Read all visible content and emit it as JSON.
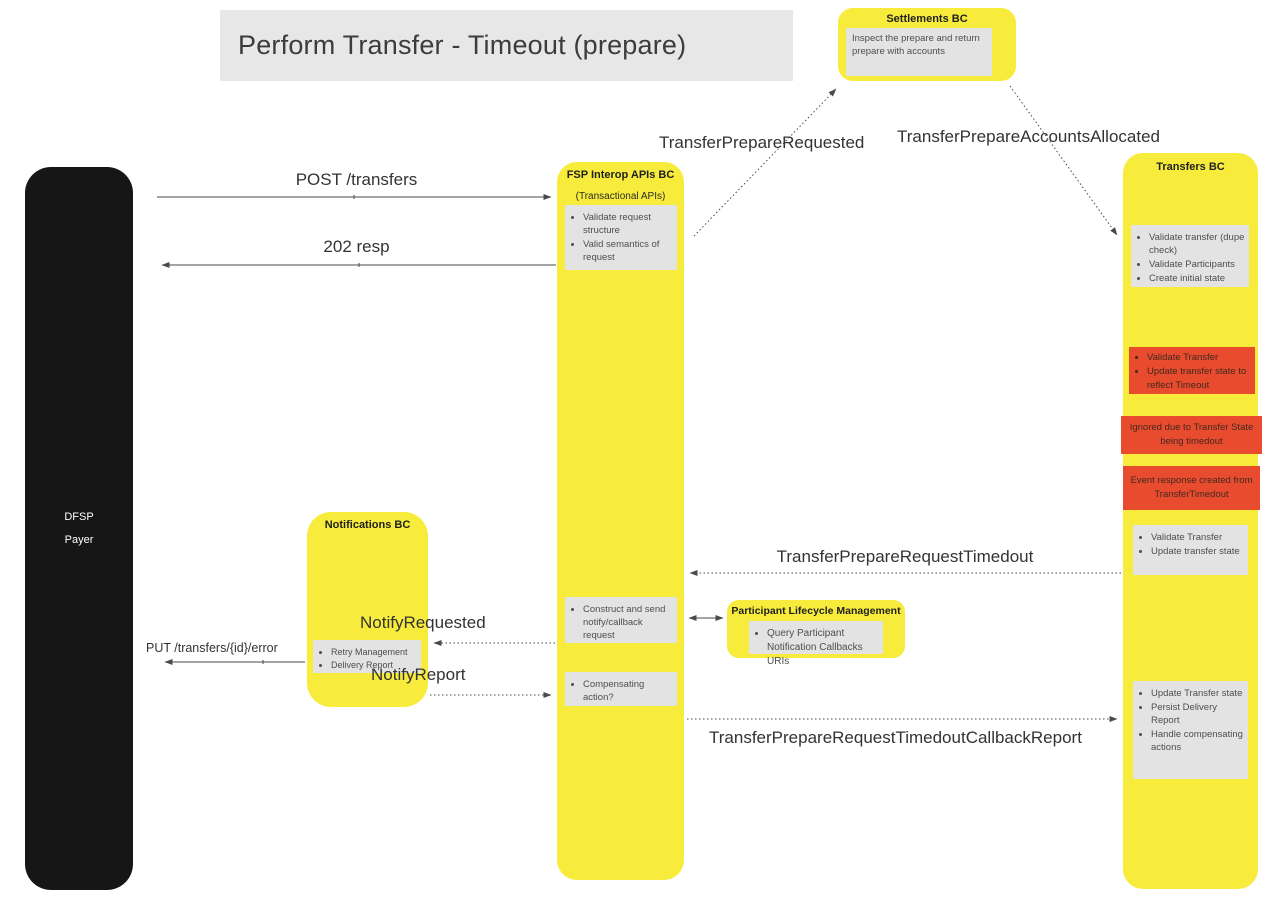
{
  "title": "Perform Transfer - Timeout (prepare)",
  "colors": {
    "bc_yellow": "#F7EC3B",
    "alert_red": "#E94B2F",
    "note_gray": "#E3E3E3",
    "title_bar_gray": "#E7E7E7",
    "actor_black": "#161616"
  },
  "actors": {
    "dfsp": {
      "name": "DFSP",
      "role": "Payer"
    },
    "settlements_bc": {
      "title": "Settlements BC",
      "note": "Inspect the prepare and return prepare with accounts"
    },
    "fsp_interop_bc": {
      "title": "FSP Interop APIs BC",
      "subtitle": "(Transactional APIs)",
      "validate_note": {
        "items": [
          "Validate request structure",
          "Valid semantics of request"
        ]
      },
      "construct_note": {
        "items": [
          "Construct and send notify/callback request"
        ]
      },
      "compensate_note": {
        "items": [
          "Compensating action?"
        ]
      }
    },
    "notifications_bc": {
      "title": "Notifications BC",
      "note": {
        "items": [
          "Retry Management",
          "Delivery Report"
        ]
      }
    },
    "participant_lifecycle": {
      "title": "Participant Lifecycle Management",
      "note": {
        "items": [
          "Query Participant Notification Callbacks URIs"
        ]
      }
    },
    "transfers_bc": {
      "title": "Transfers BC",
      "validate_note": {
        "items": [
          "Validate transfer (dupe check)",
          "Validate Participants",
          "Create initial state"
        ]
      },
      "timeout_note": {
        "items": [
          "Validate Transfer",
          "Update transfer state to reflect Timeout"
        ]
      },
      "ignored_note": "Ignored due to Transfer State being timedout",
      "event_note": "Event response created from TransferTimedout",
      "update_note": {
        "items": [
          "Validate Transfer",
          "Update transfer state"
        ]
      },
      "callback_note": {
        "items": [
          "Update Transfer state",
          "Persist Delivery Report",
          "Handle compensating actions"
        ]
      }
    }
  },
  "messages": {
    "post_transfers": "POST /transfers",
    "resp_202": "202 resp",
    "transfer_prepare_requested": "TransferPrepareRequested",
    "transfer_prepare_accounts_allocated": "TransferPrepareAccountsAllocated",
    "transfer_prepare_request_timedout": "TransferPrepareRequestTimedout",
    "notify_requested": "NotifyRequested",
    "put_transfers_error": "PUT /transfers/{id}/error",
    "notify_report": "NotifyReport",
    "timedout_callback_report": "TransferPrepareRequestTimedoutCallbackReport"
  }
}
